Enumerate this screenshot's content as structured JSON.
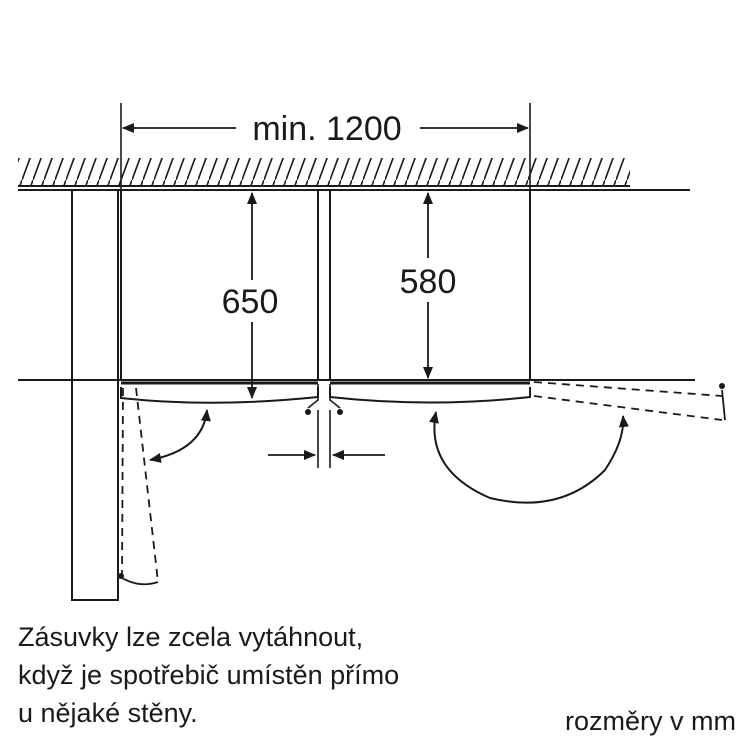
{
  "dimensions": {
    "min_clearance": "min. 1200",
    "left_depth": "650",
    "right_depth": "580"
  },
  "note": {
    "lines": [
      "Zásuvky lze zcela vytáhnout,",
      "když je spotřebič umístěn přímo",
      "u nějaké stěny."
    ]
  },
  "units_label": "rozměry v mm"
}
